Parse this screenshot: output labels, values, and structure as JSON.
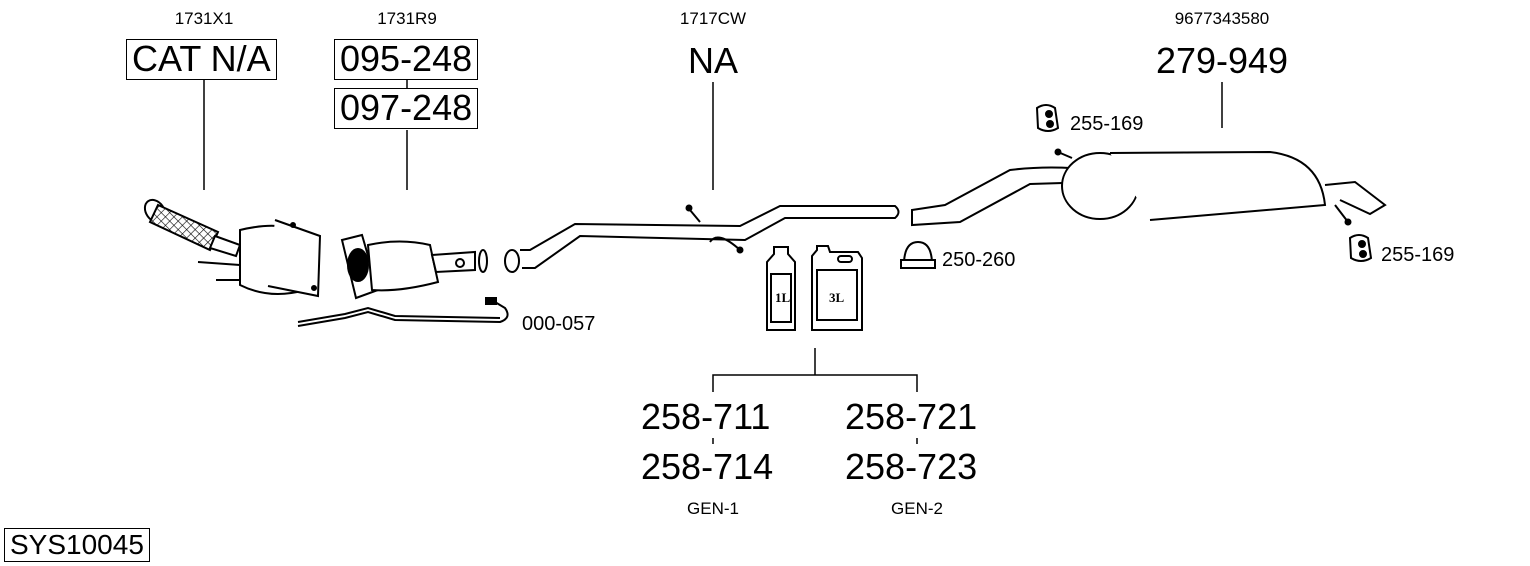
{
  "diagram": {
    "system_id": "SYS10045",
    "parts": [
      {
        "oem": "1731X1",
        "numbers": [
          "CAT N/A"
        ],
        "name": "catalytic-converter"
      },
      {
        "oem": "1731R9",
        "numbers": [
          "095-248",
          "097-248"
        ],
        "name": "particulate-filter"
      },
      {
        "oem": "1717CW",
        "numbers": [
          "NA"
        ],
        "name": "middle-pipe"
      },
      {
        "oem": "9677343580",
        "numbers": [
          "279-949"
        ],
        "name": "rear-silencer"
      }
    ],
    "accessories": {
      "sensor": "000-057",
      "hanger_top": "255-169",
      "hanger_right": "255-169",
      "clamp": "250-260"
    },
    "fluids": {
      "can_small_label": "1L",
      "can_large_label": "3L",
      "gen1": {
        "codes": [
          "258-711",
          "258-714"
        ],
        "label": "GEN-1"
      },
      "gen2": {
        "codes": [
          "258-721",
          "258-723"
        ],
        "label": "GEN-2"
      }
    }
  }
}
